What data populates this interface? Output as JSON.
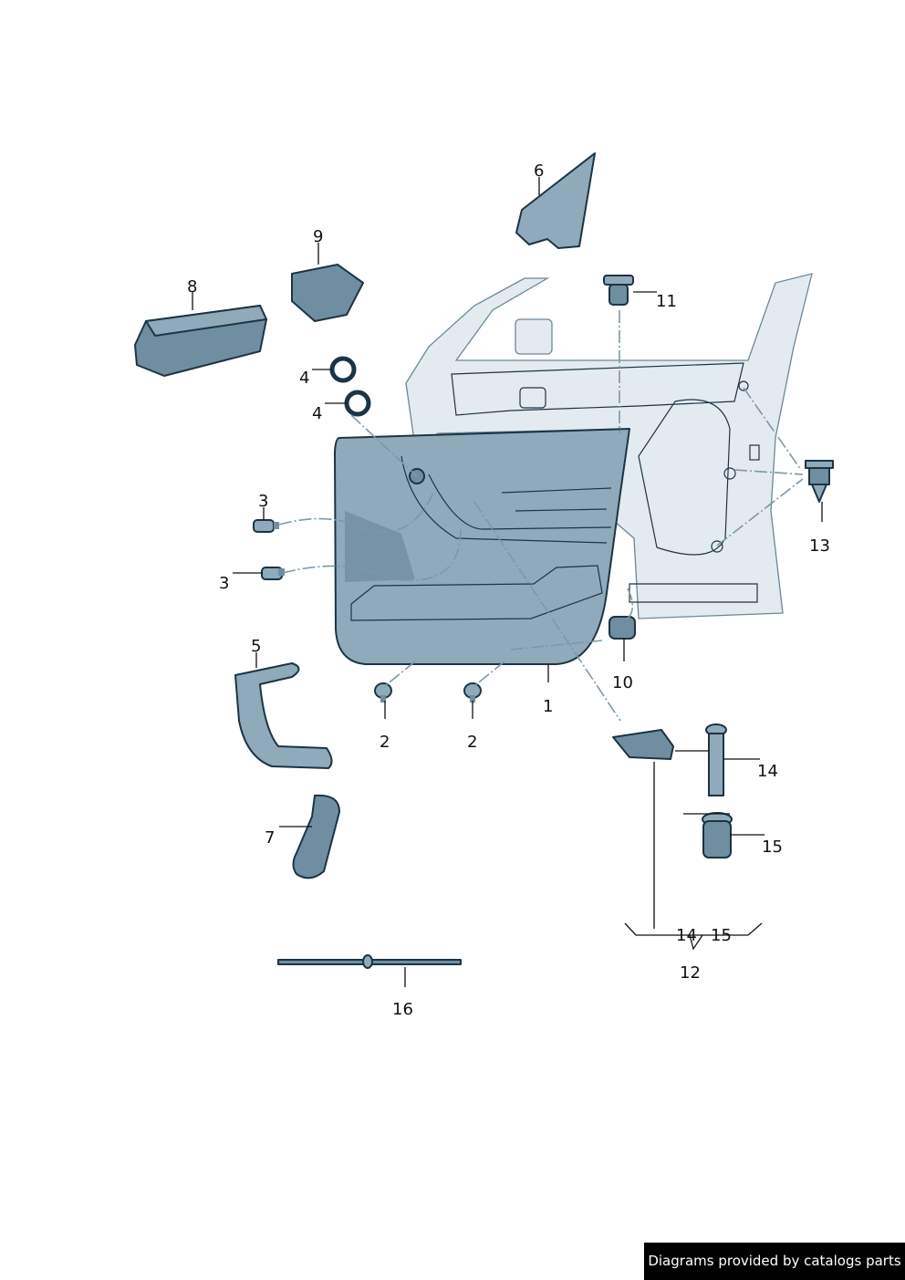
{
  "callouts": [
    "1",
    "2",
    "2",
    "3",
    "3",
    "4",
    "4",
    "5",
    "6",
    "7",
    "8",
    "9",
    "10",
    "11",
    "12",
    "13",
    "14",
    "15",
    "14",
    "15",
    "16"
  ],
  "footer": {
    "credit": "Diagrams provided by catalogs parts"
  },
  "colors": {
    "panel": "#8faabb",
    "outline": "#1c3444",
    "door": "#e3ebf0"
  }
}
